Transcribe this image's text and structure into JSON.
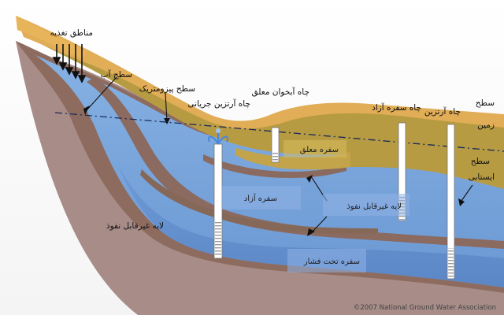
{
  "labels": {
    "recharge_areas": "مناطق تغذیه",
    "water_table": "سطح آب",
    "piezometric_surface": "سطح پیزومتریک",
    "flowing_artesian_well": "چاه آرتزین جریانی",
    "perched_well": "چاه آبخوان معلق",
    "water_table_well": "چاه سفره آزاد",
    "artesian_well": "چاه آرتزین",
    "land_surface_line1": "سطح",
    "land_surface_line2": "زمین",
    "static_level_line1": "سطح",
    "static_level_line2": "ایستابی",
    "perched_aquifer": "سفره معلق",
    "unconfined_aquifer": "سفره آزاد",
    "confining_bed_center": "لایه غیرقابل نفوذ",
    "confining_bed_left": "لایه غیرقابل نفوذ",
    "confined_aquifer": "سفره تحت فشار"
  },
  "credit": "©2007 National Ground Water Association",
  "colors": {
    "soil_surface": "#dfaa55",
    "olive_layer": "#b89a3e",
    "brown_confining": "#8c6a5c",
    "mauve_base": "#a68a86",
    "aquifer_blue": "#7aa7dc",
    "deep_blue": "#5a86c8",
    "water_table_line": "#1a2a5a"
  }
}
